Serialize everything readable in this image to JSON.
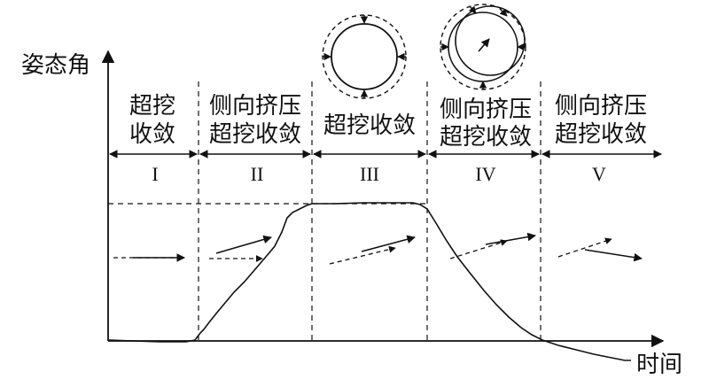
{
  "axes": {
    "y_label": "姿态角",
    "x_label": "时间"
  },
  "stages": [
    {
      "numeral": "I",
      "lines": [
        "超挖",
        "收敛"
      ]
    },
    {
      "numeral": "II",
      "lines": [
        "侧向挤压",
        "超挖收敛"
      ]
    },
    {
      "numeral": "III",
      "lines": [
        "超挖收敛"
      ]
    },
    {
      "numeral": "IV",
      "lines": [
        "侧向挤压",
        "超挖收敛"
      ]
    },
    {
      "numeral": "V",
      "lines": [
        "侧向挤压",
        "超挖收敛"
      ]
    }
  ],
  "curve_shape": "flat-rise-plateau-fall-flat",
  "insets": [
    {
      "name": "超挖收敛",
      "type": "concentric-circles"
    },
    {
      "name": "侧向挤压超挖收敛",
      "type": "offset-circles"
    }
  ],
  "colors": {
    "stroke": "#111111",
    "background": "#ffffff"
  }
}
